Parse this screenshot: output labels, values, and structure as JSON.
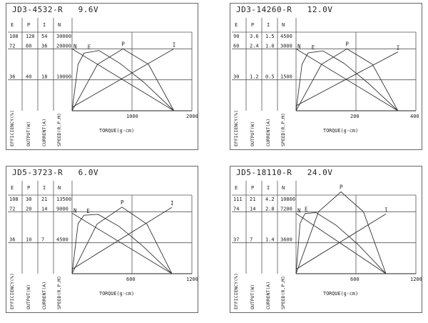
{
  "chart_data": [
    {
      "type": "line",
      "title": "JD3-4532-R   9.6V",
      "xlabel": "TORQUE(g-cm)",
      "xlim": [
        0,
        2000
      ],
      "x_ticks": [
        "1000",
        "2000"
      ],
      "columns": [
        {
          "header": "E",
          "ticks": [
            "108",
            "72",
            "36"
          ],
          "label": "EFFICIENCY(%)"
        },
        {
          "header": "P",
          "ticks": [
            "120",
            "80",
            "40"
          ],
          "label": "OUTPUT(W)"
        },
        {
          "header": "I",
          "ticks": [
            "54",
            "36",
            "18"
          ],
          "label": "CURRENT(A)"
        },
        {
          "header": "N",
          "ticks": [
            "30000",
            "20000",
            "10000"
          ],
          "label": "SPEED(R.P.M)"
        }
      ],
      "curve_labels": {
        "n": "N",
        "e": "E",
        "p": "P",
        "i": "I"
      },
      "series": [
        {
          "name": "N",
          "x": [
            0,
            1700
          ],
          "y": [
            20000,
            0
          ]
        },
        {
          "name": "P",
          "x": [
            0,
            425,
            850,
            1275,
            1700
          ],
          "y": [
            0,
            60,
            80,
            60,
            0
          ]
        },
        {
          "name": "I",
          "x": [
            0,
            1700
          ],
          "y": [
            2,
            36
          ]
        },
        {
          "name": "E",
          "x": [
            0,
            100,
            200,
            450,
            800,
            1200,
            1700
          ],
          "y": [
            0,
            54,
            67,
            70,
            55,
            33,
            0
          ]
        }
      ]
    },
    {
      "type": "line",
      "title": "JD3-14260-R   12.0V",
      "xlabel": "TORQUE(g-cm)",
      "xlim": [
        0,
        400
      ],
      "x_ticks": [
        "200",
        "400"
      ],
      "columns": [
        {
          "header": "E",
          "ticks": [
            "90",
            "60",
            "30"
          ],
          "label": "EFFICIENCY(%)"
        },
        {
          "header": "P",
          "ticks": [
            "3.6",
            "2.4",
            "1.2"
          ],
          "label": "OUTPUT(W)"
        },
        {
          "header": "I",
          "ticks": [
            "1.5",
            "1.0",
            "0.5"
          ],
          "label": "CURRENT(A)"
        },
        {
          "header": "N",
          "ticks": [
            "4500",
            "3000",
            "1500"
          ],
          "label": "SPEED(R.P.M)"
        }
      ],
      "curve_labels": {
        "n": "N",
        "e": "E",
        "p": "P",
        "i": "I"
      },
      "series": [
        {
          "name": "N",
          "x": [
            0,
            340
          ],
          "y": [
            3000,
            0
          ]
        },
        {
          "name": "P",
          "x": [
            0,
            85,
            170,
            255,
            340
          ],
          "y": [
            0,
            1.8,
            2.4,
            1.8,
            0
          ]
        },
        {
          "name": "I",
          "x": [
            0,
            340
          ],
          "y": [
            0.08,
            0.95
          ]
        },
        {
          "name": "E",
          "x": [
            0,
            20,
            40,
            90,
            160,
            240,
            340
          ],
          "y": [
            0,
            45,
            56,
            58,
            46,
            27,
            0
          ]
        }
      ]
    },
    {
      "type": "line",
      "title": "JD5-3723-R   6.0V",
      "xlabel": "TORQUE(g-cm)",
      "xlim": [
        0,
        1200
      ],
      "x_ticks": [
        "600",
        "1200"
      ],
      "columns": [
        {
          "header": "E",
          "ticks": [
            "108",
            "72",
            "36"
          ],
          "label": "EFFICIENCY(%)"
        },
        {
          "header": "P",
          "ticks": [
            "30",
            "20",
            "10"
          ],
          "label": "OUTPUT(W)"
        },
        {
          "header": "I",
          "ticks": [
            "21",
            "14",
            "7"
          ],
          "label": "CURRENT(A)"
        },
        {
          "header": "N",
          "ticks": [
            "13500",
            "9000",
            "4500"
          ],
          "label": "SPEED(R.P.M)"
        }
      ],
      "curve_labels": {
        "n": "N",
        "e": "E",
        "p": "P",
        "i": "I"
      },
      "series": [
        {
          "name": "N",
          "x": [
            0,
            1000
          ],
          "y": [
            8800,
            0
          ]
        },
        {
          "name": "P",
          "x": [
            0,
            250,
            500,
            750,
            1000
          ],
          "y": [
            0,
            16,
            21.5,
            16,
            0
          ]
        },
        {
          "name": "I",
          "x": [
            0,
            1000
          ],
          "y": [
            1,
            15
          ]
        },
        {
          "name": "E",
          "x": [
            0,
            60,
            120,
            260,
            470,
            700,
            1000
          ],
          "y": [
            0,
            58,
            68,
            69,
            55,
            33,
            0
          ]
        }
      ]
    },
    {
      "type": "line",
      "title": "JD5-18110-R   24.0V",
      "xlabel": "TORQUE(g-cm)",
      "xlim": [
        0,
        1200
      ],
      "x_ticks": [
        "600",
        "1200"
      ],
      "columns": [
        {
          "header": "E",
          "ticks": [
            "111",
            "74",
            "37"
          ],
          "label": "EFFICIENCY(%)"
        },
        {
          "header": "P",
          "ticks": [
            "21",
            "14",
            "7"
          ],
          "label": "OUTPUT(W)"
        },
        {
          "header": "I",
          "ticks": [
            "4.2",
            "2.8",
            "1.4"
          ],
          "label": "CURRENT(A)"
        },
        {
          "header": "N",
          "ticks": [
            "10800",
            "7200",
            "3600"
          ],
          "label": "SPEED(R.P.M)"
        }
      ],
      "curve_labels": {
        "n": "N",
        "e": "E",
        "p": "P",
        "i": "I"
      },
      "series": [
        {
          "name": "N",
          "x": [
            0,
            900
          ],
          "y": [
            7000,
            0
          ]
        },
        {
          "name": "P",
          "x": [
            0,
            225,
            450,
            675,
            900
          ],
          "y": [
            0,
            14,
            18.5,
            14,
            0
          ]
        },
        {
          "name": "I",
          "x": [
            0,
            900
          ],
          "y": [
            0.2,
            2.7
          ]
        },
        {
          "name": "E",
          "x": [
            0,
            40,
            90,
            200,
            400,
            620,
            900
          ],
          "y": [
            0,
            60,
            72,
            73,
            58,
            35,
            0
          ]
        }
      ]
    }
  ]
}
